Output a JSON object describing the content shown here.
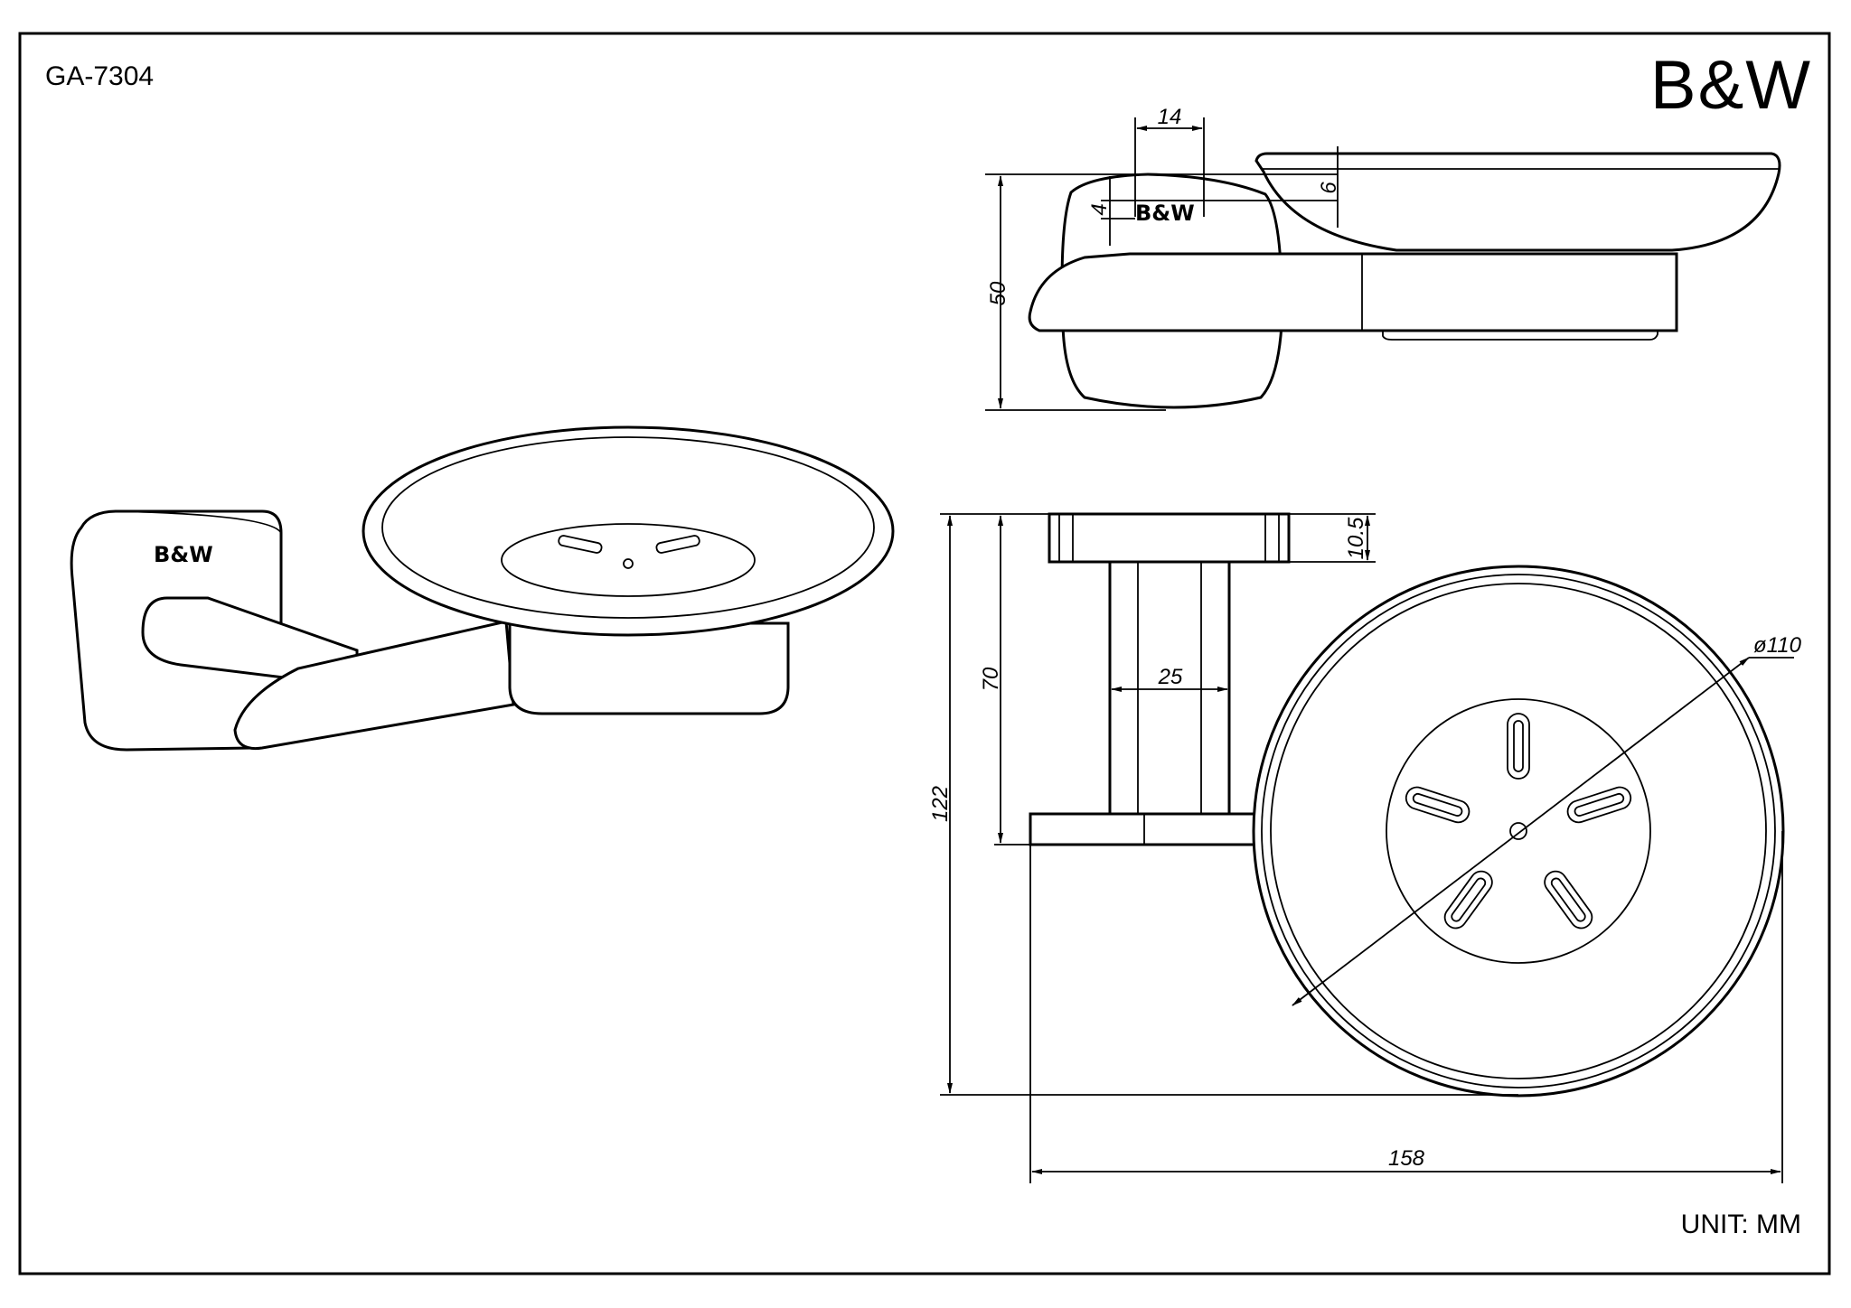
{
  "header": {
    "model": "GA-7304",
    "brand": "B&W"
  },
  "footer": {
    "unit": "UNIT: MM"
  },
  "side_view": {
    "plate_logo": "B&W",
    "dimensions": {
      "height": "50",
      "logo_width": "14",
      "logo_height": "4",
      "dish_rim": "6"
    }
  },
  "top_view": {
    "dimensions": {
      "total_height": "122",
      "arm_height": "70",
      "plate_thickness": "10.5",
      "post_width": "25",
      "total_width": "158",
      "dish_diameter": "ø110"
    }
  },
  "iso_view": {
    "plate_logo": "B&W"
  }
}
